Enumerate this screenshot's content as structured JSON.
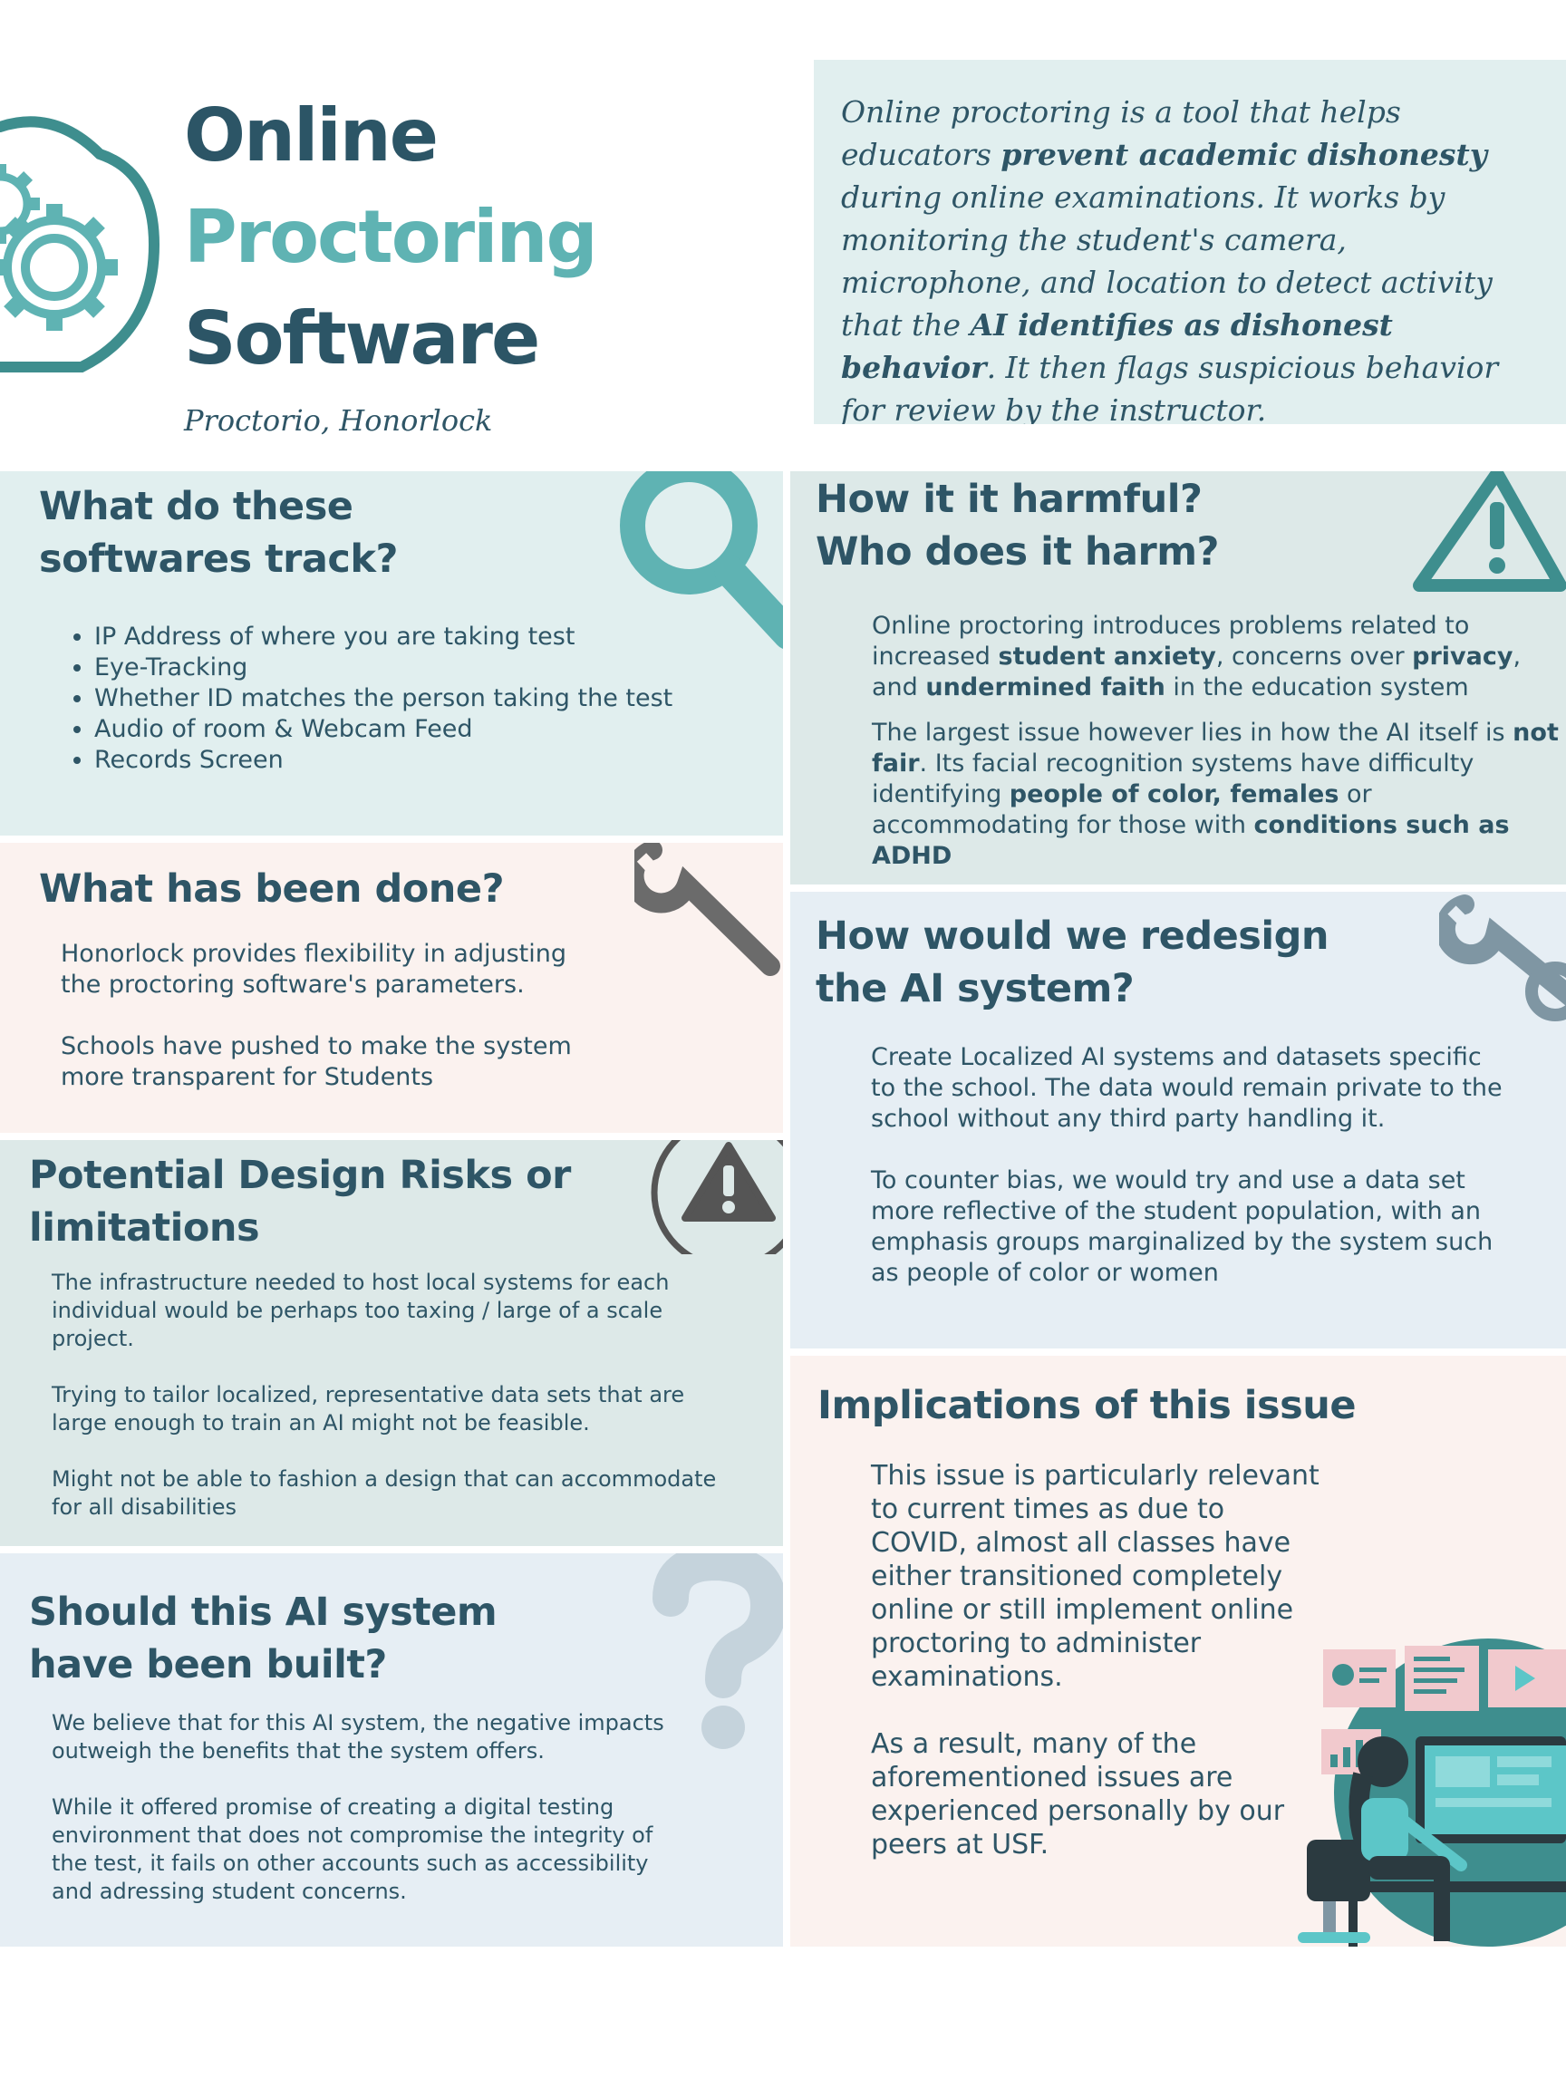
{
  "header": {
    "title_line1": "Online",
    "title_line2": "Proctoring",
    "title_line3": "Software",
    "subtitle": "Proctorio, Honorlock",
    "logo_icon": "cloud-gears-icon"
  },
  "intro": {
    "parts": [
      {
        "text": "Online proctoring is a tool that helps educators ",
        "bold": false
      },
      {
        "text": "prevent academic dishonesty",
        "bold": true
      },
      {
        "text": " during online examinations. It works by monitoring the student's camera, microphone, and location to detect activity that the ",
        "bold": false
      },
      {
        "text": "AI identifies as dishonest behavior",
        "bold": true
      },
      {
        "text": ". It then flags suspicious behavior for review by the instructor.",
        "bold": false
      }
    ]
  },
  "track": {
    "heading_line1": "What do these",
    "heading_line2": "softwares track?",
    "icon": "magnifier-icon",
    "items": [
      "IP Address of where you are taking test",
      "Eye-Tracking",
      "Whether ID matches the person taking the test",
      "Audio of room & Webcam Feed",
      "Records Screen"
    ]
  },
  "harm": {
    "heading_line1": "How it it harmful?",
    "heading_line2": "Who does it harm?",
    "icon": "warning-triangle-icon",
    "p1": [
      {
        "text": "Online proctoring introduces problems related to increased ",
        "bold": false
      },
      {
        "text": "student anxiety",
        "bold": true
      },
      {
        "text": ", concerns over ",
        "bold": false
      },
      {
        "text": "privacy",
        "bold": true
      },
      {
        "text": ", and ",
        "bold": false
      },
      {
        "text": "undermined faith",
        "bold": true
      },
      {
        "text": " in the education system",
        "bold": false
      }
    ],
    "p2": [
      {
        "text": "The largest issue however lies in how the AI itself is ",
        "bold": false
      },
      {
        "text": "not fair",
        "bold": true
      },
      {
        "text": ". Its facial recognition systems have difficulty identifying ",
        "bold": false
      },
      {
        "text": "people of color, females",
        "bold": true
      },
      {
        "text": " or accommodating for those with ",
        "bold": false
      },
      {
        "text": "conditions such as ADHD",
        "bold": true
      }
    ]
  },
  "done": {
    "heading": "What has been done?",
    "icon": "wrench-icon",
    "p1": "Honorlock provides flexibility in adjusting the proctoring software's parameters.",
    "p2": "Schools have pushed to make the system more transparent for Students"
  },
  "redesign": {
    "heading_line1": "How would we redesign",
    "heading_line2": "the AI system?",
    "icon": "wrench-icon",
    "p1": "Create Localized AI systems and datasets specific to the school. The data would remain private to the school without any third party handling it.",
    "p2": "To counter bias, we would try and use a data set more reflective of the student population, with an emphasis groups marginalized by the system such as people of color or women"
  },
  "risks": {
    "heading_line1": "Potential Design Risks or",
    "heading_line2": "limitations",
    "icon": "warning-circle-icon",
    "p1": "The infrastructure needed to host local systems for each individual would be perhaps too taxing / large of a scale project.",
    "p2": "Trying to tailor localized, representative data sets that are large enough to train an AI might not be feasible.",
    "p3": "Might not be able to fashion a design that can accommodate for all disabilities"
  },
  "implications": {
    "heading": "Implications of this issue",
    "illustration": "person-at-computer-illustration",
    "p1": "This issue is particularly relevant to current times as due to COVID, almost all classes have either transitioned completely online or still implement online proctoring to administer examinations.",
    "p2": "As a result, many of the aforementioned issues are experienced personally by our peers at USF."
  },
  "should": {
    "heading_line1": "Should this AI system",
    "heading_line2": "have been built?",
    "icon": "question-mark-icon",
    "p1": "We believe that for this AI system, the negative impacts outweigh the benefits that the system offers.",
    "p2": "While it offered promise of creating a digital testing environment that does not compromise the integrity of the test, it fails on other accounts such as accessibility and adressing student concerns."
  },
  "colors": {
    "dark_teal": "#2e5566",
    "accent_teal": "#5fb3b3",
    "panel_teal": "#e1efef",
    "panel_pink": "#fbf2ef",
    "panel_blue": "#e6eef4"
  }
}
